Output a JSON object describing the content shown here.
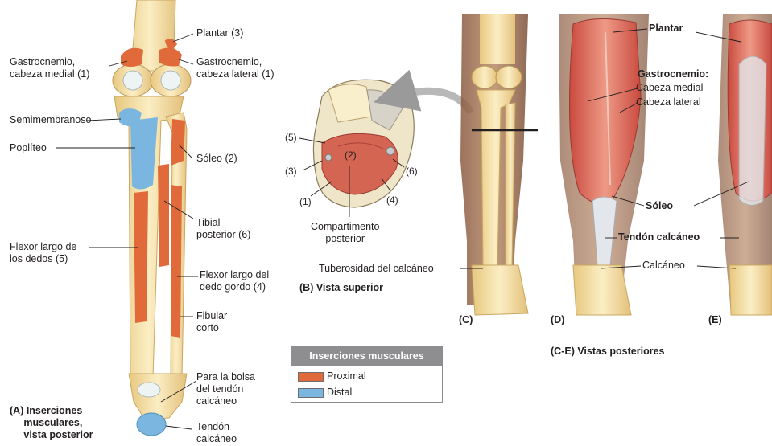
{
  "labels": {
    "plantar_a": "Plantar (3)",
    "gastro_medial_a": "Gastrocnemio,\ncabeza medial (1)",
    "gastro_lateral_a": "Gastrocnemio,\ncabeza lateral (1)",
    "semimembranoso": "Semimembranoso",
    "popliteo": "Poplíteo",
    "soleo_a": "Sóleo (2)",
    "tibial_posterior": "Tibial\nposterior (6)",
    "flexor_dedos": "Flexor largo de\nlos dedos (5)",
    "flexor_gordo": "Flexor largo del\ndedo gordo (4)",
    "fibular_corto": "Fibular\ncorto",
    "bolsa": "Para la bolsa\ndel tendón\ncalcáneo",
    "tendon_a": "Tendón\ncalcáneo",
    "cs_5": "(5)",
    "cs_2": "(2)",
    "cs_3": "(3)",
    "cs_6": "(6)",
    "cs_1": "(1)",
    "cs_4": "(4)",
    "compartimento": "Compartimento\nposterior",
    "tuberosidad": "Tuberosidad del calcáneo",
    "plantar_d": "Plantar",
    "gastro_d": "Gastrocnemio:",
    "cabeza_medial": "Cabeza medial",
    "cabeza_lateral": "Cabeza lateral",
    "soleo_d": "Sóleo",
    "tendon_d": "Tendón calcáneo",
    "calcaneo": "Calcáneo"
  },
  "captions": {
    "a": "(A) Inserciones\n     musculares,\n     vista posterior",
    "b": "(B) Vista superior",
    "c": "(C)",
    "d": "(D)",
    "e": "(E)",
    "ce": "(C-E) Vistas posteriores"
  },
  "legend": {
    "title": "Inserciones musculares",
    "items": [
      {
        "label": "Proximal",
        "color": "#e06a3a"
      },
      {
        "label": "Distal",
        "color": "#7ab6e0"
      }
    ]
  },
  "colors": {
    "bone": "#f2dc9e",
    "proximal": "#e06a3a",
    "distal": "#7ab6e0",
    "muscle": "#d9685e",
    "skin": "#a87858",
    "tendon": "#e3e6ea"
  }
}
